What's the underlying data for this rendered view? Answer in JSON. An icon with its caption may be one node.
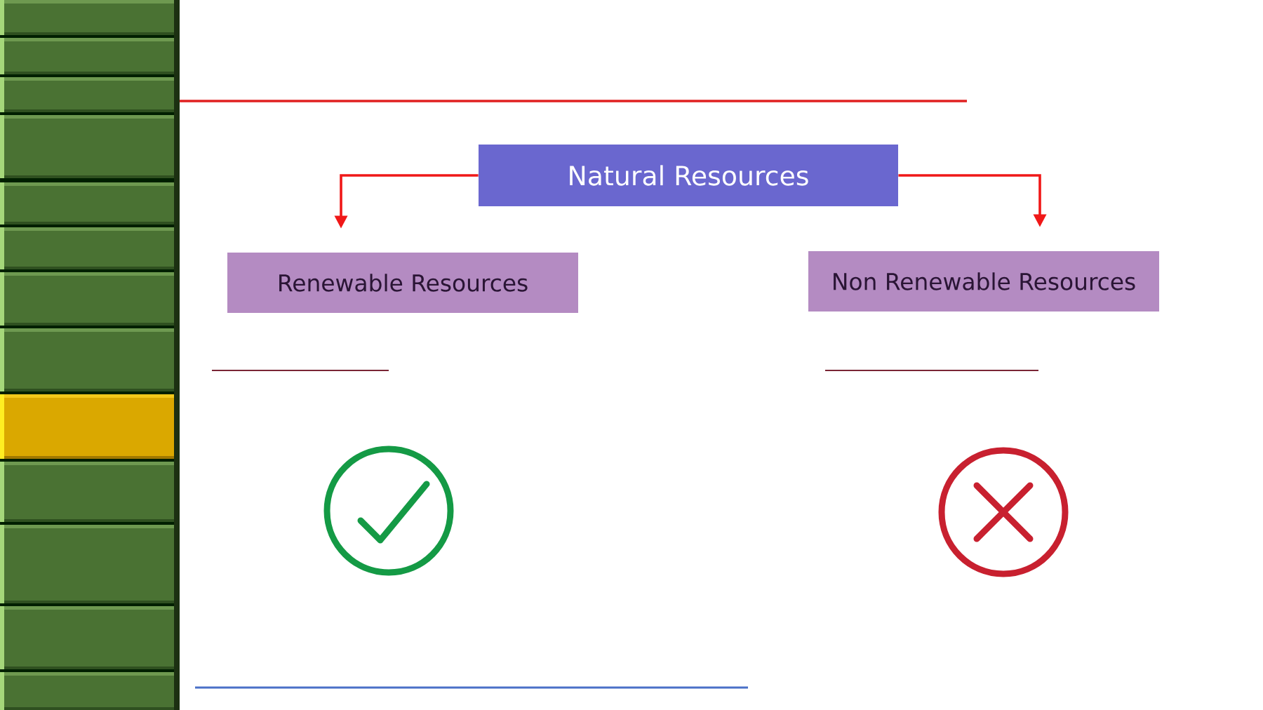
{
  "diagram": {
    "nodes": [
      {
        "text": [
          "Natural Resources"
        ]
      },
      {
        "text": [
          "Renewable Resources"
        ]
      },
      {
        "text": [
          "Non Renewable Resources"
        ]
      }
    ],
    "edges": [
      {
        "from": 0,
        "to": 1,
        "arrow": "to"
      },
      {
        "from": 0,
        "to": 2,
        "arrow": "to"
      }
    ]
  }
}
